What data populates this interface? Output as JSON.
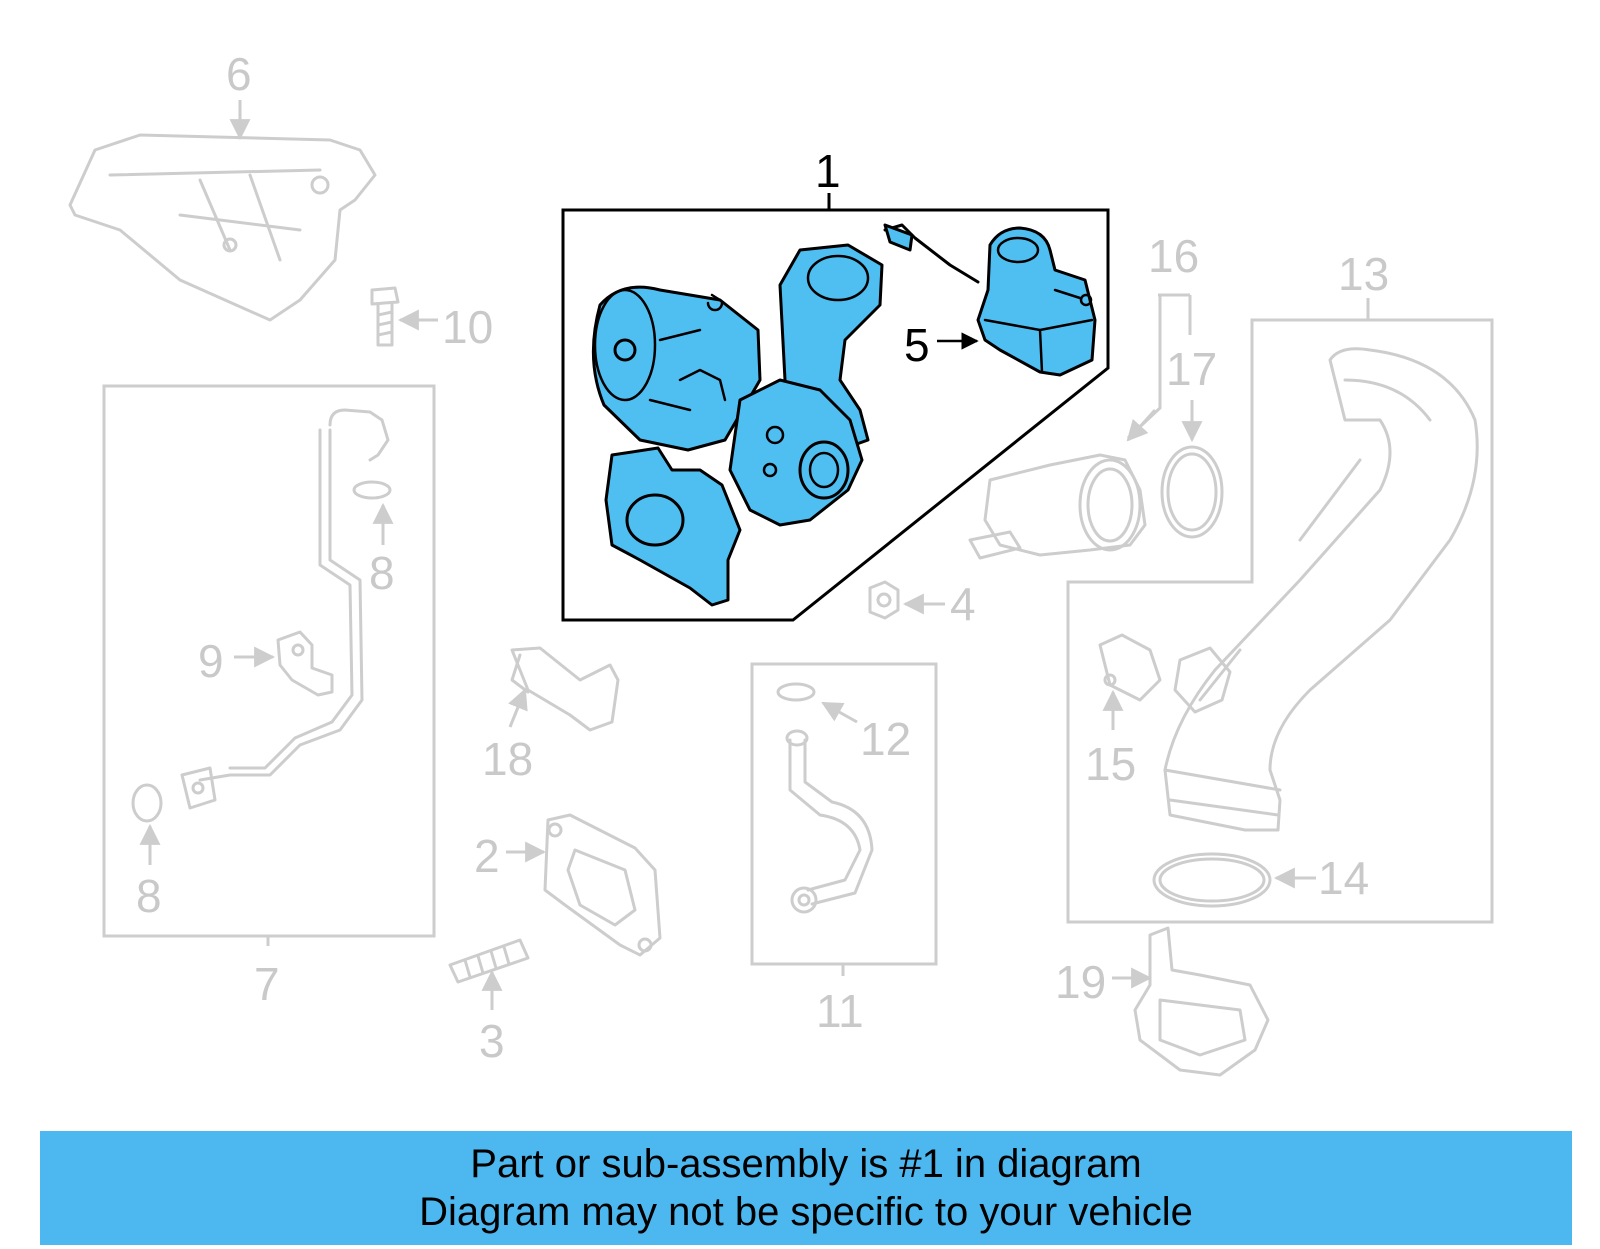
{
  "diagram": {
    "highlight_color": "#4fbff2",
    "ghost_color": "#cdcdcd",
    "callouts": {
      "c1": "1",
      "c2": "2",
      "c3": "3",
      "c4": "4",
      "c5": "5",
      "c6": "6",
      "c7": "7",
      "c8a": "8",
      "c8b": "8",
      "c9": "9",
      "c10": "10",
      "c11": "11",
      "c12": "12",
      "c13": "13",
      "c14": "14",
      "c15": "15",
      "c16": "16",
      "c17": "17",
      "c18": "18",
      "c19": "19"
    }
  },
  "banner": {
    "background": "#4cb8ef",
    "line1": "Part or sub-assembly is #1 in diagram",
    "line2": "Diagram may not be specific to your vehicle"
  }
}
